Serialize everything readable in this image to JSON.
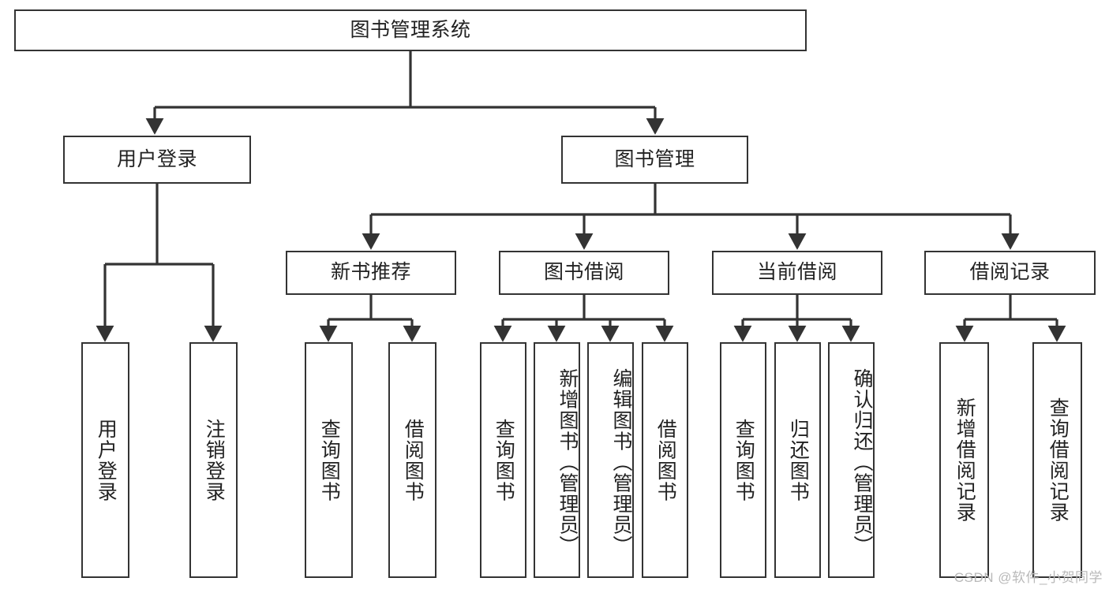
{
  "diagram": {
    "title": "图书管理系统",
    "type": "tree",
    "colors": {
      "stroke": "#333333",
      "box_fill": "#ffffff",
      "text": "#222222",
      "background": "#ffffff",
      "watermark": "#b9b9b9"
    },
    "watermark": "CSDN @软件_小贺同学",
    "levels": {
      "root": {
        "label": "图书管理系统"
      },
      "level2": [
        {
          "id": "user-login",
          "label": "用户登录"
        },
        {
          "id": "book-management",
          "label": "图书管理"
        }
      ],
      "level3": [
        {
          "id": "new-book-recommend",
          "label": "新书推荐"
        },
        {
          "id": "book-borrow",
          "label": "图书借阅"
        },
        {
          "id": "current-borrow",
          "label": "当前借阅"
        },
        {
          "id": "borrow-record",
          "label": "借阅记录"
        }
      ],
      "leaves": {
        "user-login": [
          {
            "id": "leaf-user-login",
            "label": "用户登录"
          },
          {
            "id": "leaf-user-logout",
            "label": "注销登录"
          }
        ],
        "new-book-recommend": [
          {
            "id": "leaf-query-book-1",
            "label": "查询图书"
          },
          {
            "id": "leaf-borrow-book-1",
            "label": "借阅图书"
          }
        ],
        "book-borrow": [
          {
            "id": "leaf-query-book-2",
            "label": "查询图书"
          },
          {
            "id": "leaf-add-book",
            "label": "新增图书（管理员）"
          },
          {
            "id": "leaf-edit-book",
            "label": "编辑图书（管理员）"
          },
          {
            "id": "leaf-borrow-book-2",
            "label": "借阅图书"
          }
        ],
        "current-borrow": [
          {
            "id": "leaf-query-book-3",
            "label": "查询图书"
          },
          {
            "id": "leaf-return-book",
            "label": "归还图书"
          },
          {
            "id": "leaf-confirm-return",
            "label": "确认归还（管理员）"
          }
        ],
        "borrow-record": [
          {
            "id": "leaf-add-record",
            "label": "新增借阅记录"
          },
          {
            "id": "leaf-query-record",
            "label": "查询借阅记录"
          }
        ]
      }
    }
  }
}
